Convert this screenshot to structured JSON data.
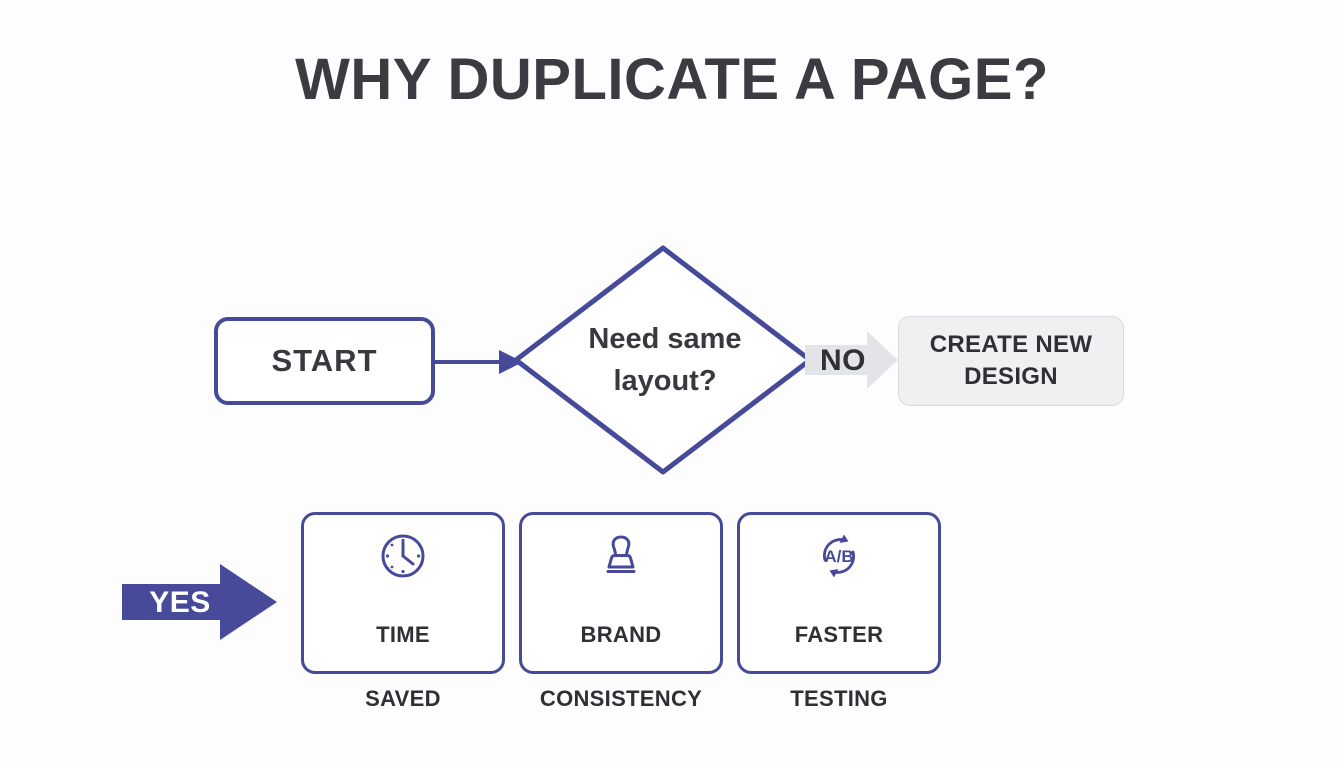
{
  "slide": {
    "background_color": "#fdfdfe",
    "accent_color": "#474a99",
    "text_color": "#2e3035",
    "muted_fill": "#f0f0f2",
    "title": "WHY DUPLICATE A PAGE?"
  },
  "flowchart": {
    "start": {
      "label": "START",
      "shape": "rounded-rectangle",
      "border_color": "#474a99",
      "fill_color": "#ffffff"
    },
    "connector": {
      "name": "start-to-decision-arrow",
      "color": "#474a99"
    },
    "decision": {
      "label": "Need same\nlayout?",
      "line1": "Need same",
      "line2": "layout?",
      "shape": "diamond",
      "border_color": "#474a99",
      "fill_color": "#ffffff"
    },
    "no_branch": {
      "label": "NO",
      "arrow_color": "#e3e4e8",
      "label_color": "#303136",
      "target": {
        "label": "CREATE NEW\nDESIGN",
        "line1": "CREATE NEW",
        "line2": "DESIGN",
        "fill_color": "#f0f0f2",
        "border_color": "#d9dadd"
      }
    },
    "yes_branch": {
      "label": "YES",
      "arrow_color": "#474a99",
      "label_color": "#ffffff"
    }
  },
  "benefits": {
    "cards": [
      {
        "icon": "clock-icon",
        "label": "TIME\nSAVED",
        "line1": "TIME",
        "line2": "SAVED"
      },
      {
        "icon": "stamp-icon",
        "label": "BRAND\nCONSISTENCY",
        "line1": "BRAND",
        "line2": "CONSISTENCY"
      },
      {
        "icon": "ab-test-icon",
        "label": "FASTER\nTESTING",
        "line1": "FASTER",
        "line2": "TESTING"
      }
    ]
  }
}
